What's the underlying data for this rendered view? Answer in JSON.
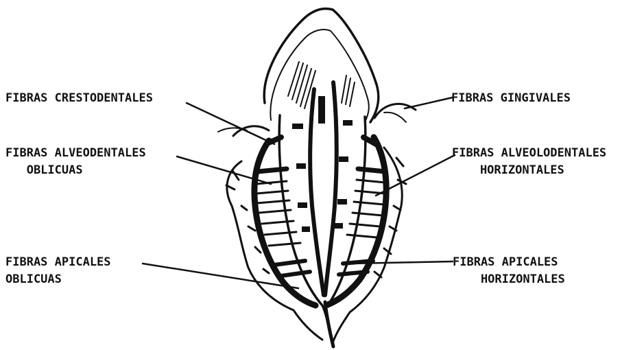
{
  "labels": {
    "fibras_crestodentales": "FIBRAS CRESTODENTALES",
    "fibras_gingivales": "FIBRAS GINGIVALES",
    "fibras_alveodentales_oblicuas": "FIBRAS ALVEODENTALES\n   OBLICUAS",
    "fibras_alveolodentales_horizontales": "FIBRAS ALVEOLODENTALES\n    HORIZONTALES",
    "fibras_apicales_oblicuas": "FIBRAS APICALES\nOBLICUAS",
    "fibras_apicales_horizontales": "FIBRAS APICALES\n    HORIZONTALES"
  },
  "colors": {
    "ink": "#111111",
    "background": "#ffffff"
  }
}
